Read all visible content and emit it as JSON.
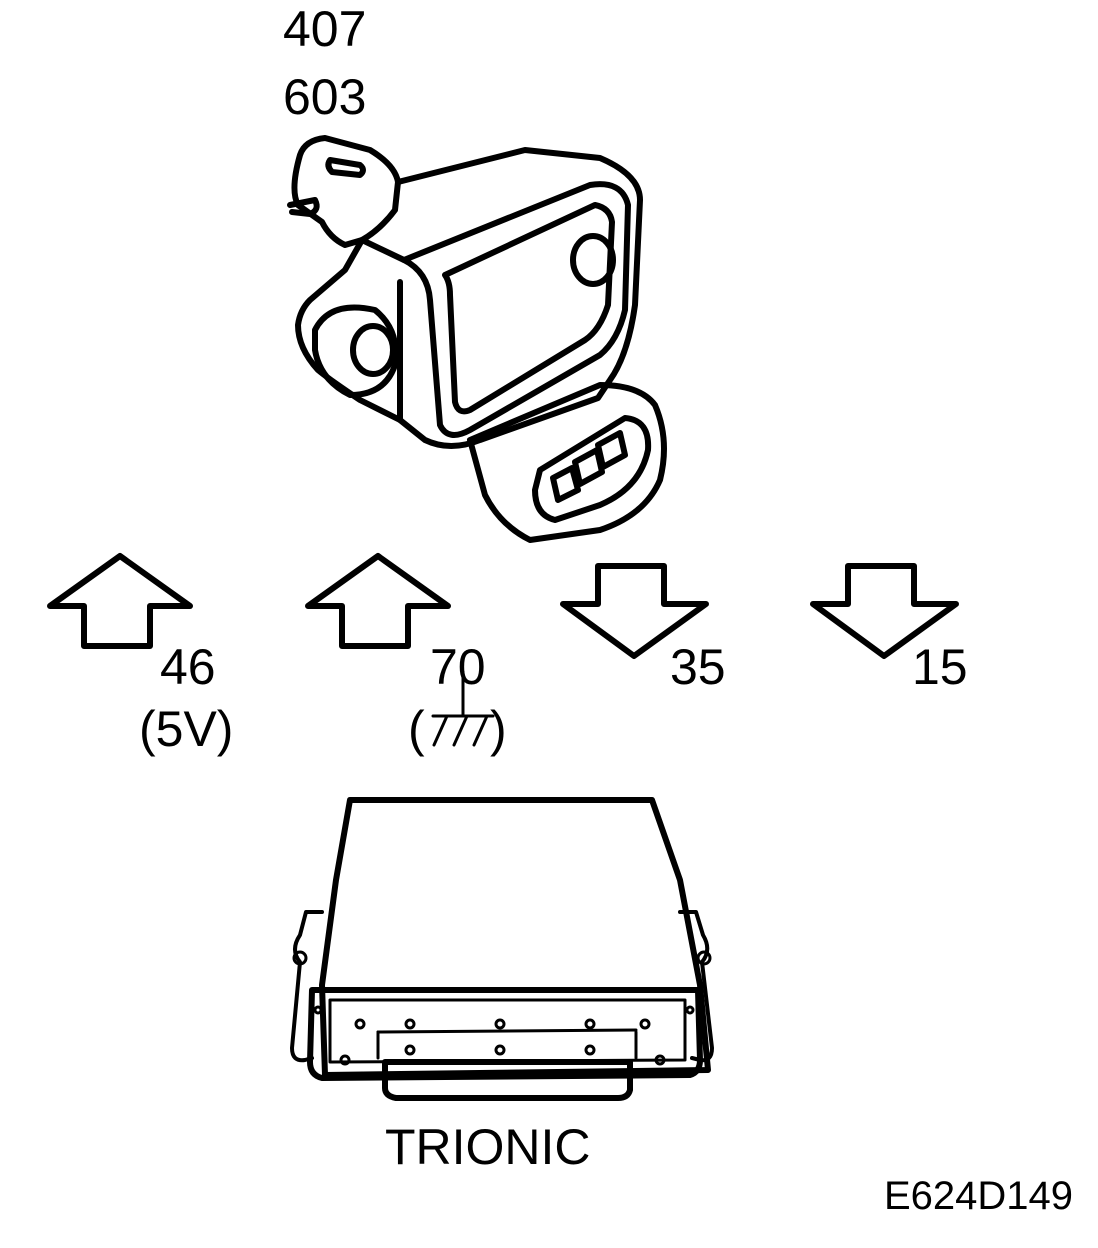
{
  "component": {
    "codes": [
      "407",
      "603"
    ]
  },
  "signals": [
    {
      "pin": "46",
      "note": "(5V)",
      "direction": "up"
    },
    {
      "pin": "70",
      "note_open": "(",
      "note_close": ")",
      "note_icon": "ground-icon",
      "direction": "up"
    },
    {
      "pin": "35",
      "direction": "down"
    },
    {
      "pin": "15",
      "direction": "down"
    }
  ],
  "control_unit": {
    "label": "TRIONIC"
  },
  "figure_id": "E624D149"
}
